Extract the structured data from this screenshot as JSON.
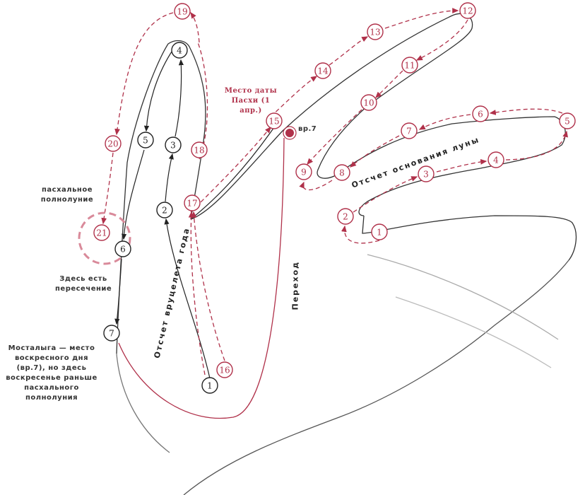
{
  "colors": {
    "red": "#b0314a",
    "black": "#222222",
    "outline": "#333333"
  },
  "labels": {
    "paschal_full_moon": "пасхальное полнолуние",
    "intersection": "Здесь есть пересечение",
    "mostalyga": "Мосталыга — место воскресного дня (вр.7), но здесь воскресенье раньше пасхального полнолуния",
    "easter_date": "Место даты Пасхи (1 апр.)",
    "vr7": "вр.7",
    "vrutselet_count": "Отсчет вруцелета года",
    "transition": "Переход",
    "moon_count": "Отсчет основания луны"
  },
  "black_markers": [
    "1",
    "2",
    "3",
    "4",
    "5",
    "6",
    "7"
  ],
  "red_markers": [
    "8",
    "9",
    "10",
    "11",
    "12",
    "13",
    "14",
    "15",
    "16",
    "17",
    "18",
    "19",
    "20",
    "21"
  ],
  "moon_markers": [
    "1",
    "2",
    "3",
    "4",
    "5",
    "6",
    "7"
  ]
}
